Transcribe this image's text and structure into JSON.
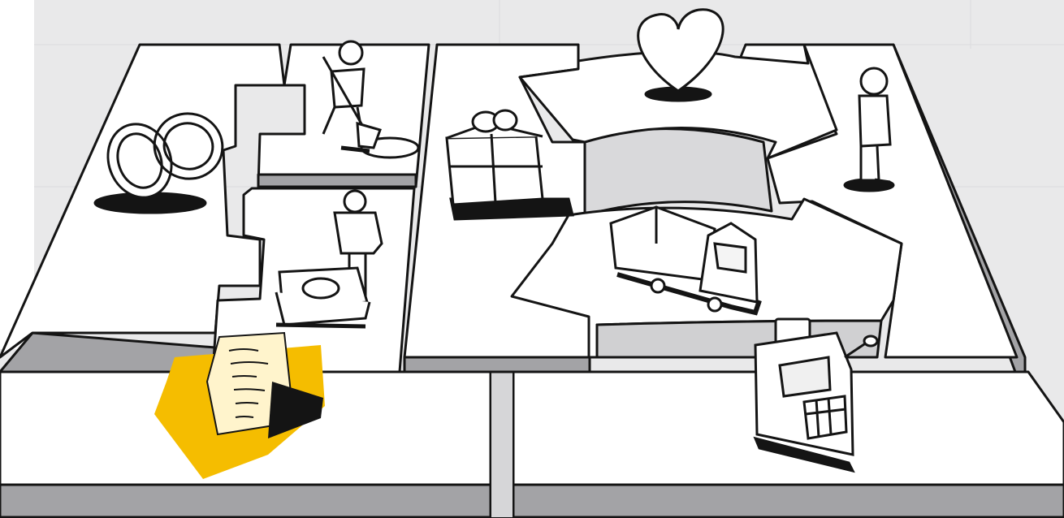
{
  "illustration": {
    "kind": "business-model-canvas-sketch",
    "accent_color": "#f5bd00",
    "tile_color": "#ffffff",
    "background_color": "#e9e9ea",
    "ink_color": "#141414",
    "shadow_color": "#a3a3a6",
    "blocks": [
      {
        "id": "key-partners",
        "icon": "interlocked-rings-icon"
      },
      {
        "id": "key-activities",
        "icon": "person-digging-icon"
      },
      {
        "id": "key-resources",
        "icon": "person-with-crate-icon"
      },
      {
        "id": "value-propositions",
        "icon": "gift-box-icon"
      },
      {
        "id": "customer-relationships",
        "icon": "heart-icon"
      },
      {
        "id": "channels",
        "icon": "delivery-truck-icon"
      },
      {
        "id": "customer-segments",
        "icon": "standing-person-icon"
      },
      {
        "id": "cost-structure",
        "icon": "invoice-icon"
      },
      {
        "id": "revenue-streams",
        "icon": "cash-register-icon"
      }
    ]
  }
}
